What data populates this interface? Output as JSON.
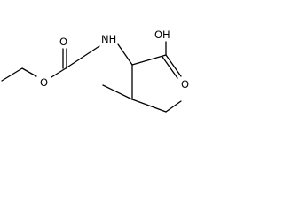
{
  "diagram": {
    "type": "skeletal-structure",
    "atoms": {
      "carbonyl_oxygen": "O",
      "ester_oxygen": "O",
      "amine": "NH",
      "hydroxyl": "OH",
      "acid_carbonyl_oxygen": "O"
    },
    "colors": {
      "bond": "#000000",
      "label": "#000000",
      "background": "#ffffff"
    }
  }
}
